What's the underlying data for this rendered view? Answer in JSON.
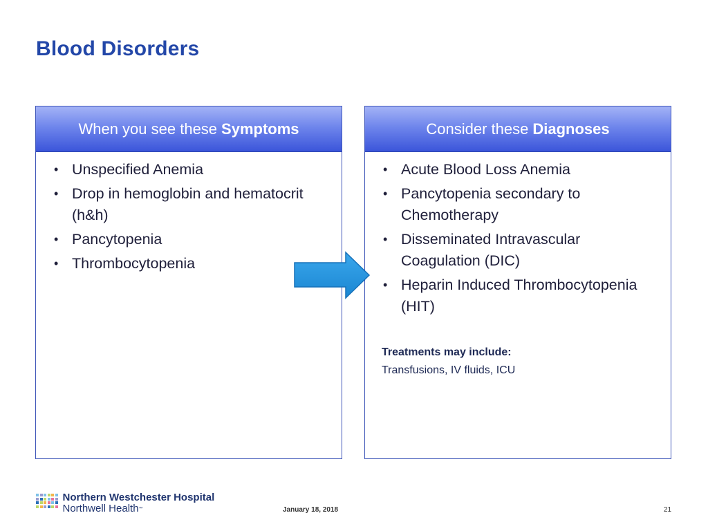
{
  "slide": {
    "title": "Blood Disorders",
    "date": "January 18, 2018",
    "page_number": "21"
  },
  "left_panel": {
    "header_prefix": "When you see these",
    "header_bold": "Symptoms",
    "items": [
      "Unspecified Anemia",
      "Drop in hemoglobin and hematocrit (h&h)",
      "Pancytopenia",
      "Thrombocytopenia"
    ]
  },
  "right_panel": {
    "header_prefix": "Consider these",
    "header_bold": "Diagnoses",
    "items": [
      "Acute Blood Loss Anemia",
      "Pancytopenia secondary to Chemotherapy",
      "Disseminated Intravascular Coagulation (DIC)",
      "Heparin Induced Thrombocytopenia (HIT)"
    ],
    "treatments_label": "Treatments may include:",
    "treatments_text": "Transfusions, IV fluids, ICU"
  },
  "logo": {
    "line1": "Northern Westchester Hospital",
    "line2": "Northwell Health",
    "mark": "™"
  },
  "colors": {
    "title": "#2347a8",
    "panel_border": "#3f56b8",
    "header_top": "#a4b3f6",
    "header_bottom": "#3b55da",
    "arrow": "#1e90d8",
    "logo_text": "#20356f"
  },
  "icons": {
    "arrow": "right-arrow-icon",
    "logo_mark": "northwell-logo-icon"
  }
}
